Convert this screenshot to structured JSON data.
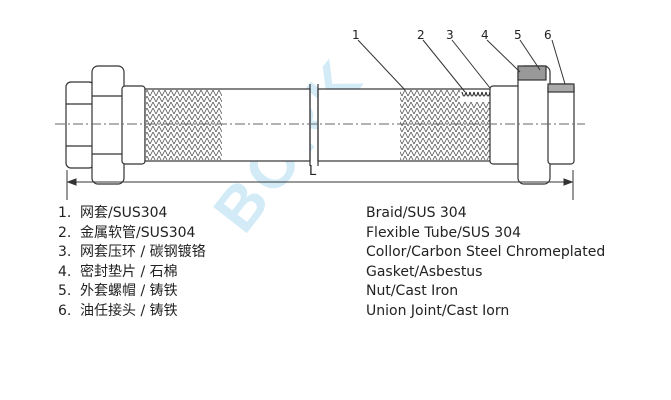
{
  "watermark": "BORK",
  "dimension_label": "L",
  "callouts": [
    "1",
    "2",
    "3",
    "4",
    "5",
    "6"
  ],
  "parts_cn": [
    {
      "n": "1.",
      "t": "网套/SUS304"
    },
    {
      "n": "2.",
      "t": "金属软管/SUS304"
    },
    {
      "n": "3.",
      "t": "网套压环 / 碳钢镀铬"
    },
    {
      "n": "4.",
      "t": "密封垫片 / 石棉"
    },
    {
      "n": "5.",
      "t": "外套螺帽 / 铸铁"
    },
    {
      "n": "6.",
      "t": "油任接头 / 铸铁"
    }
  ],
  "parts_en": [
    "Braid/SUS 304",
    "Flexible Tube/SUS 304",
    "Collor/Carbon Steel Chromeplated",
    "Gasket/Asbestus",
    "Nut/Cast Iron",
    "Union Joint/Cast Iorn"
  ]
}
